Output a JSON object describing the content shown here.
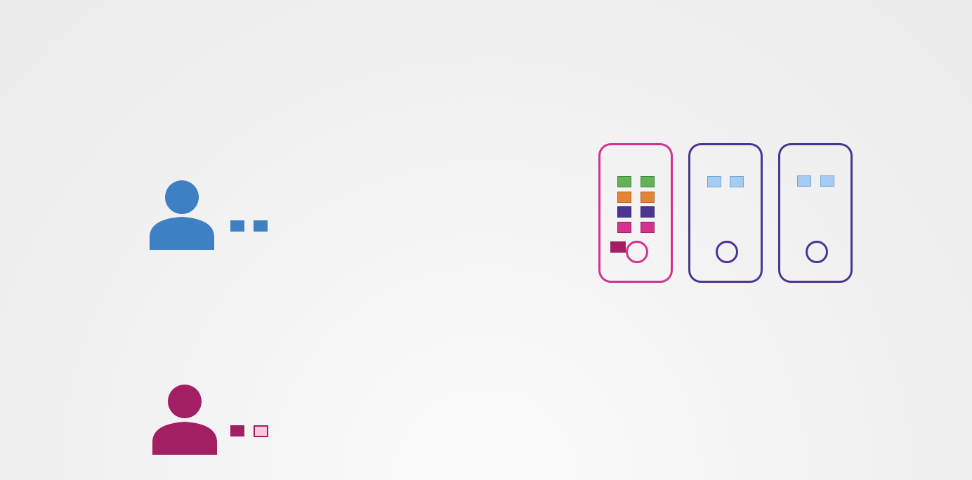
{
  "colors": {
    "blue_user": "#3d80c4",
    "magenta_user": "#a21f63",
    "pink_light": "#f6c6df",
    "node_pink": "#d3338f",
    "node_purple": "#4b3592",
    "green": "#62b25a",
    "orange": "#e48438",
    "purple": "#4b3592",
    "pink": "#d3338f",
    "light_blue": "#a6cdf1",
    "light_blue_border": "#6fa8dc"
  },
  "users": [
    {
      "name": "user-blue",
      "icon": "person-icon",
      "color": "blue_user",
      "tokens": [
        "filled",
        "filled"
      ]
    },
    {
      "name": "user-magenta",
      "icon": "person-icon",
      "color": "magenta_user",
      "tokens": [
        "filled",
        "outline-light"
      ]
    }
  ],
  "nodes": [
    {
      "border": "node_pink",
      "tile_rows": [
        [
          "green",
          "green"
        ],
        [
          "orange",
          "orange"
        ],
        [
          "purple",
          "purple"
        ],
        [
          "pink",
          "pink"
        ]
      ],
      "badge": "magenta_user"
    },
    {
      "border": "node_purple",
      "tile_rows": [
        [
          "light_blue",
          "light_blue"
        ]
      ]
    },
    {
      "border": "node_purple",
      "tile_rows": [
        [
          "light_blue",
          "light_blue"
        ]
      ]
    }
  ]
}
